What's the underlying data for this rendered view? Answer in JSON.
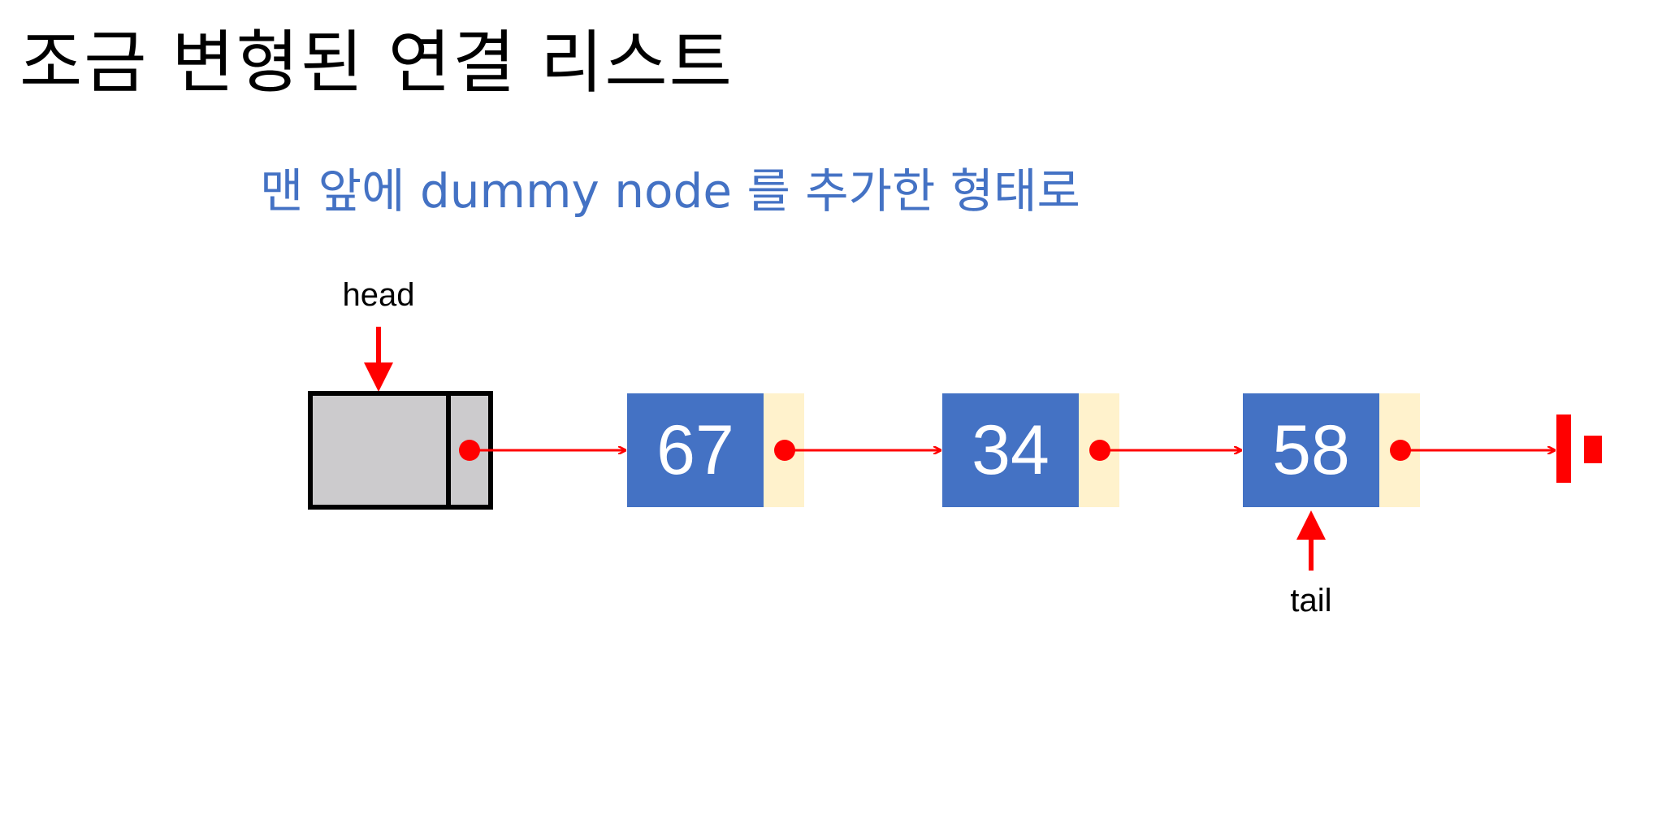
{
  "title": "조금 변형된 연결 리스트",
  "subtitle": "맨 앞에 dummy node 를 추가한 형태로",
  "pointers": {
    "head": "head",
    "tail": "tail"
  },
  "nodes": [
    {
      "value": "67"
    },
    {
      "value": "34"
    },
    {
      "value": "58"
    }
  ],
  "colors": {
    "node_data": "#4472c4",
    "node_link": "#fff2cc",
    "dummy_fill": "#cccbcd",
    "arrow": "#ff0000",
    "subtitle": "#4472c4"
  }
}
